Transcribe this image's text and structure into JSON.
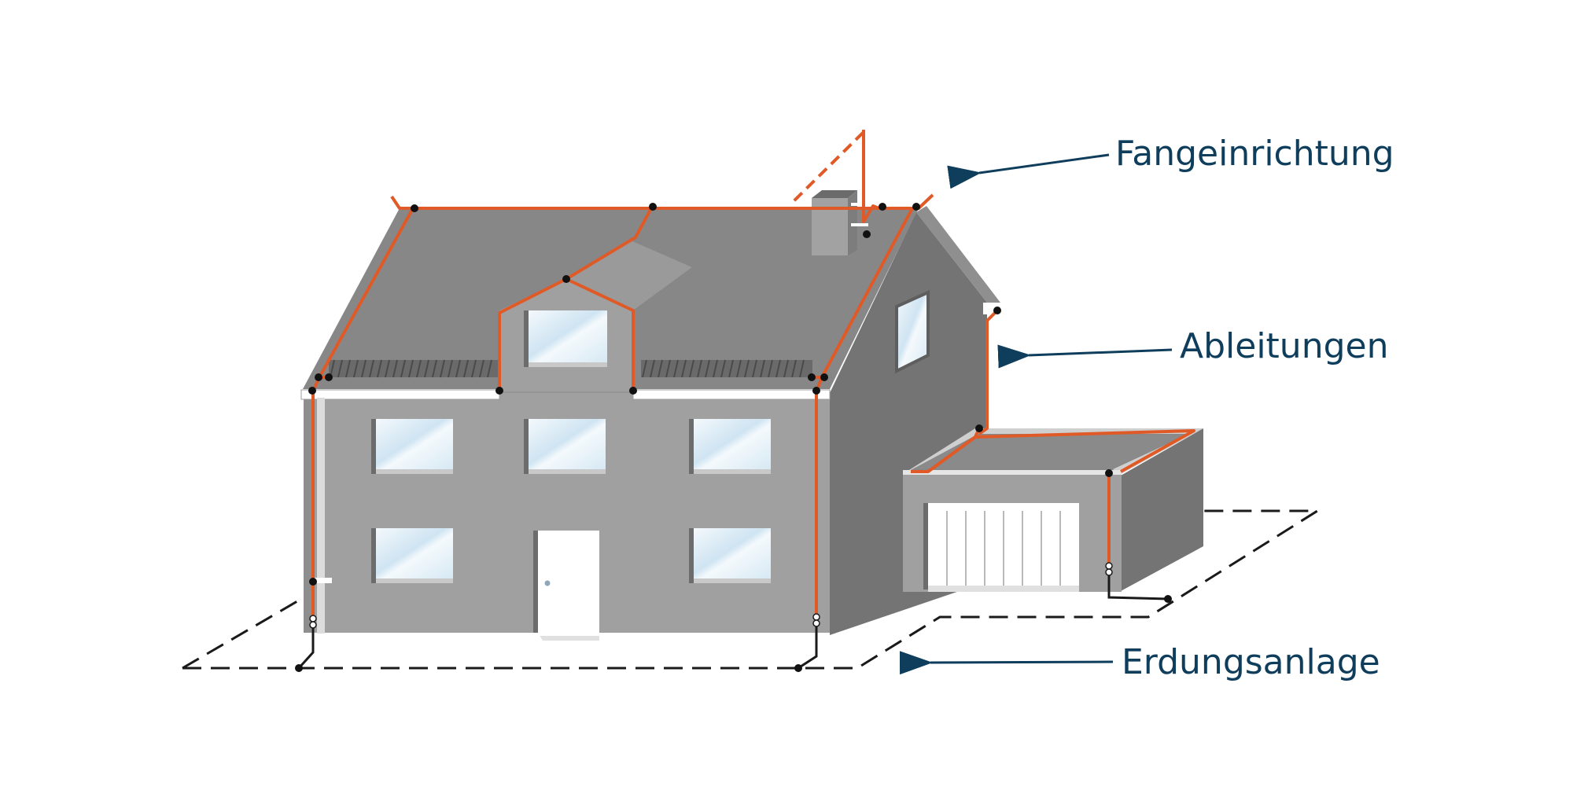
{
  "labels": {
    "air_termination": "Fangeinrichtung",
    "down_conductors": "Ableitungen",
    "earthing_system": "Erdungsanlage"
  },
  "colors": {
    "conductor": "#e05a28",
    "label_text": "#0f3d5c",
    "arrow": "#0f3d5c",
    "wall": "#a0a0a0",
    "roof": "#878787",
    "side_wall": "#747474",
    "window_glass": "#dcecf6",
    "door": "#ffffff",
    "earthing_dash": "#1a1a1a"
  }
}
